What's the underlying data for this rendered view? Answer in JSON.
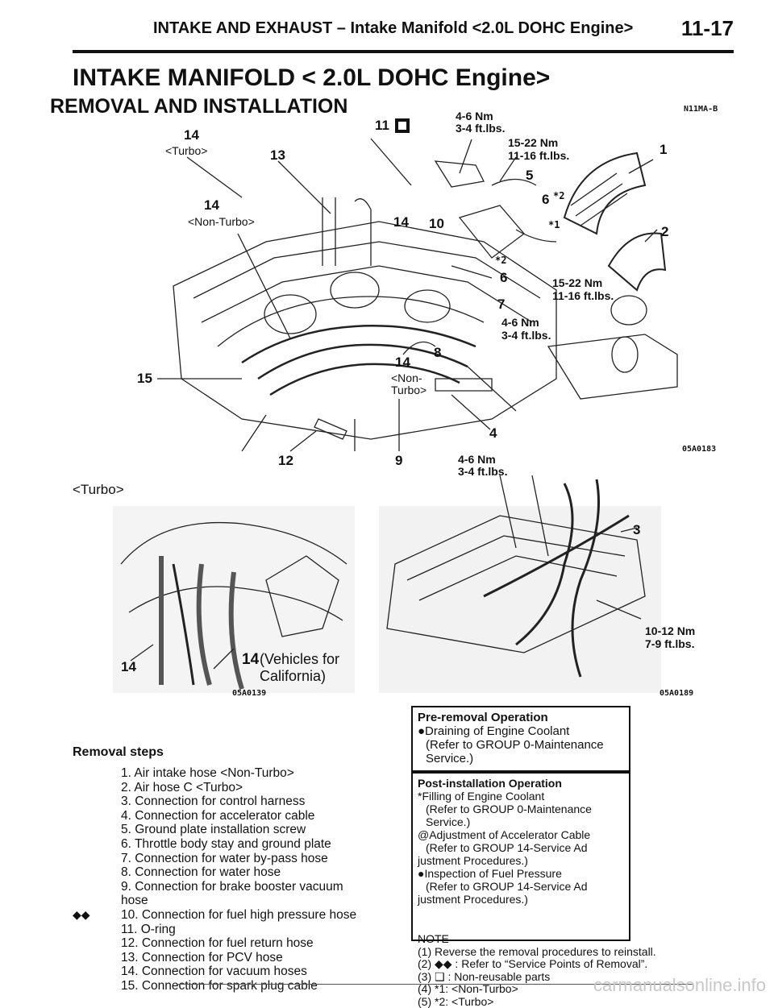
{
  "header": {
    "title": "INTAKE AND EXHAUST – Intake Manifold <2.0L DOHC Engine>",
    "page": "11-17"
  },
  "page_title": "INTAKE MANIFOLD < 2.0L DOHC Engine>",
  "section_title": "REMOVAL AND INSTALLATION",
  "doc_code": "N11MA-B",
  "figure1": {
    "code": "05A0183",
    "callouts": {
      "c14_turbo": "14",
      "turbo_tag": "<Turbo>",
      "c13": "13",
      "c11": "11",
      "c14_nonturbo": "14",
      "nonturbo_tag": "<Non-Turbo>",
      "c14_mid": "14",
      "c10": "10",
      "c5": "5",
      "c6_top": "6",
      "star2_a": "*2",
      "star1": "*1",
      "star2_b": "*2",
      "c1": "1",
      "c2": "2",
      "c6_mid": "6",
      "c7": "7",
      "c8": "8",
      "c14_low": "14",
      "nonturbo_low": "<Non-Turbo>",
      "c15": "15",
      "c12": "12",
      "c9": "9",
      "c4": "4"
    },
    "torques": {
      "t_top_nm": "4-6 Nm",
      "t_top_ft": "3-4 ft.lbs.",
      "t_15_nm": "15-22 Nm",
      "t_15_ft": "11-16 ft.lbs.",
      "t_mid_nm": "15-22 Nm",
      "t_mid_ft": "11-16 ft.lbs.",
      "t_8_nm": "4-6 Nm",
      "t_8_ft": "3-4 ft.lbs."
    }
  },
  "figure2": {
    "tag": "<Turbo>",
    "code": "05A0139",
    "c14": "14",
    "c14_cal_num": "14",
    "c14_cal_text": "(Vehicles for California)"
  },
  "figure3": {
    "code": "05A0189",
    "t_top_nm": "4-6 Nm",
    "t_top_ft": "3-4 ft.lbs.",
    "c3": "3",
    "t_bot_nm": "10-12 Nm",
    "t_bot_ft": "7-9 ft.lbs."
  },
  "removal": {
    "heading": "Removal steps",
    "steps": [
      "1. Air intake hose <Non-Turbo>",
      "2. Air hose C <Turbo>",
      "3. Connection for control harness",
      "4. Connection for accelerator cable",
      "5. Ground plate installation screw",
      "6. Throttle body stay and ground plate",
      "7. Connection for water by-pass hose",
      "8. Connection for water hose",
      "9. Connection for brake booster vacuum hose",
      "10. Connection for fuel high pressure hose",
      "11. O-ring",
      "12. Connection for fuel return hose",
      "13. Connection for PCV hose",
      "14. Connection for vacuum hoses",
      "15. Connection for spark plug cable"
    ],
    "step10_mark": "◆◆"
  },
  "pre_removal": {
    "heading": "Pre-removal Operation",
    "lines": [
      "●Draining of Engine Coolant",
      "(Refer to GROUP 0-Maintenance",
      "Service.)"
    ]
  },
  "post_install": {
    "heading": "Post-installation Operation",
    "lines": [
      "*Filling of Engine Coolant",
      "(Refer to GROUP 0-Maintenance",
      "Service.)",
      "@Adjustment of Accelerator Cable",
      "(Refer to GROUP 14-Service Ad",
      "justment Procedures.)",
      "●Inspection of Fuel Pressure",
      "(Refer to GROUP 14-Service Ad",
      "justment Procedures.)"
    ]
  },
  "note": {
    "heading": "NOTE",
    "lines": [
      "(1) Reverse the removal procedures to reinstall.",
      "(2) ◆◆ : Refer to “Service Points of Removal”.",
      "(3) ❑ : Non-reusable parts",
      "(4) *1: <Non-Turbo>",
      "(5) *2: <Turbo>"
    ]
  },
  "footer": {
    "watermark": "carmanualsonline.info"
  }
}
